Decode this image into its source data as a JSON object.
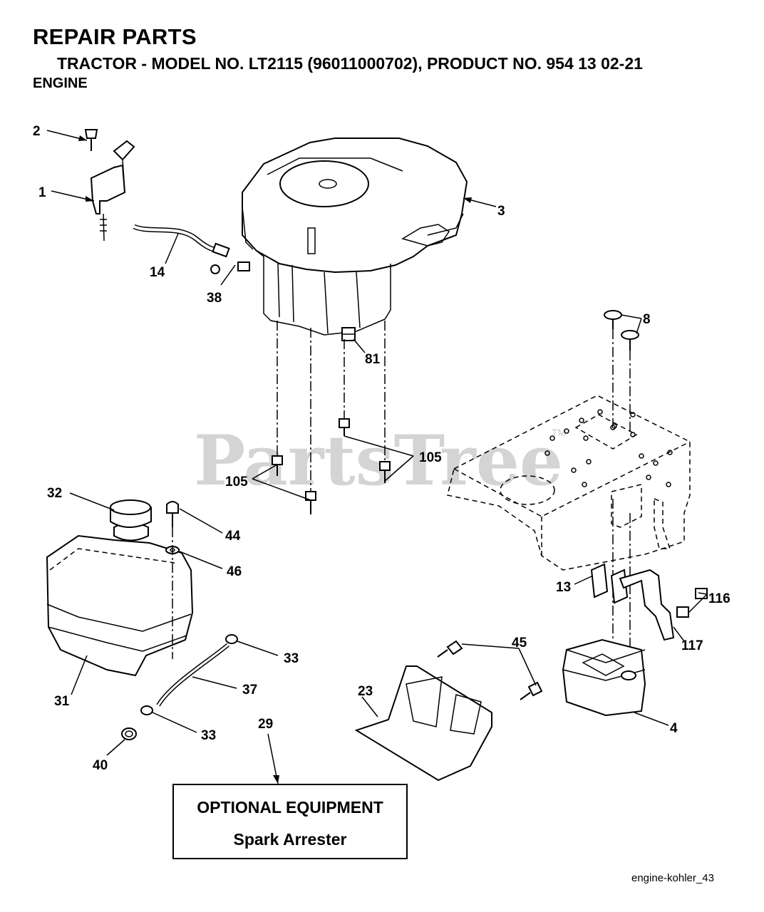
{
  "header": {
    "title": "REPAIR PARTS",
    "subtitle": "TRACTOR - MODEL NO. LT2115 (96011000702), PRODUCT NO. 954 13 02-21",
    "section": "ENGINE"
  },
  "watermark": {
    "text": "PartsTree",
    "tm": "TM"
  },
  "callouts": {
    "c1": "1",
    "c2": "2",
    "c3": "3",
    "c4": "4",
    "c8": "8",
    "c13": "13",
    "c14": "14",
    "c23": "23",
    "c29": "29",
    "c31": "31",
    "c32": "32",
    "c33a": "33",
    "c33b": "33",
    "c37": "37",
    "c38": "38",
    "c40": "40",
    "c44": "44",
    "c45": "45",
    "c46": "46",
    "c81": "81",
    "c105a": "105",
    "c105b": "105",
    "c116": "116",
    "c117": "117"
  },
  "optional_box": {
    "heading": "OPTIONAL EQUIPMENT",
    "item": "Spark Arrester"
  },
  "footer": {
    "code": "engine-kohler_43"
  }
}
